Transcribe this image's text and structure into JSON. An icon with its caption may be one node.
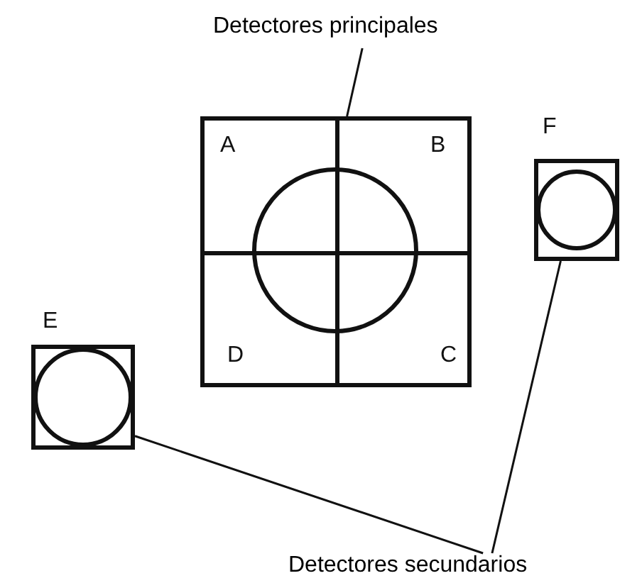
{
  "diagram": {
    "nodes": [
      {
        "text": [
          "Detectores principales"
        ]
      },
      {
        "text": [],
        "shape": "box"
      },
      {
        "text": [
          "A"
        ],
        "in": 1
      },
      {
        "text": [
          "B"
        ],
        "in": 1
      },
      {
        "text": [
          "D"
        ],
        "in": 1
      },
      {
        "text": [
          "C"
        ],
        "in": 1
      },
      {
        "text": [
          "F"
        ]
      },
      {
        "text": [
          "E"
        ]
      },
      {
        "text": [
          "Detectores secundarios"
        ]
      }
    ],
    "edges": [
      {
        "from": 0,
        "to": 1,
        "arrow": "none"
      },
      {
        "from": 8,
        "to": 7,
        "arrow": "none"
      },
      {
        "from": 8,
        "to": 6,
        "arrow": "none"
      }
    ]
  }
}
